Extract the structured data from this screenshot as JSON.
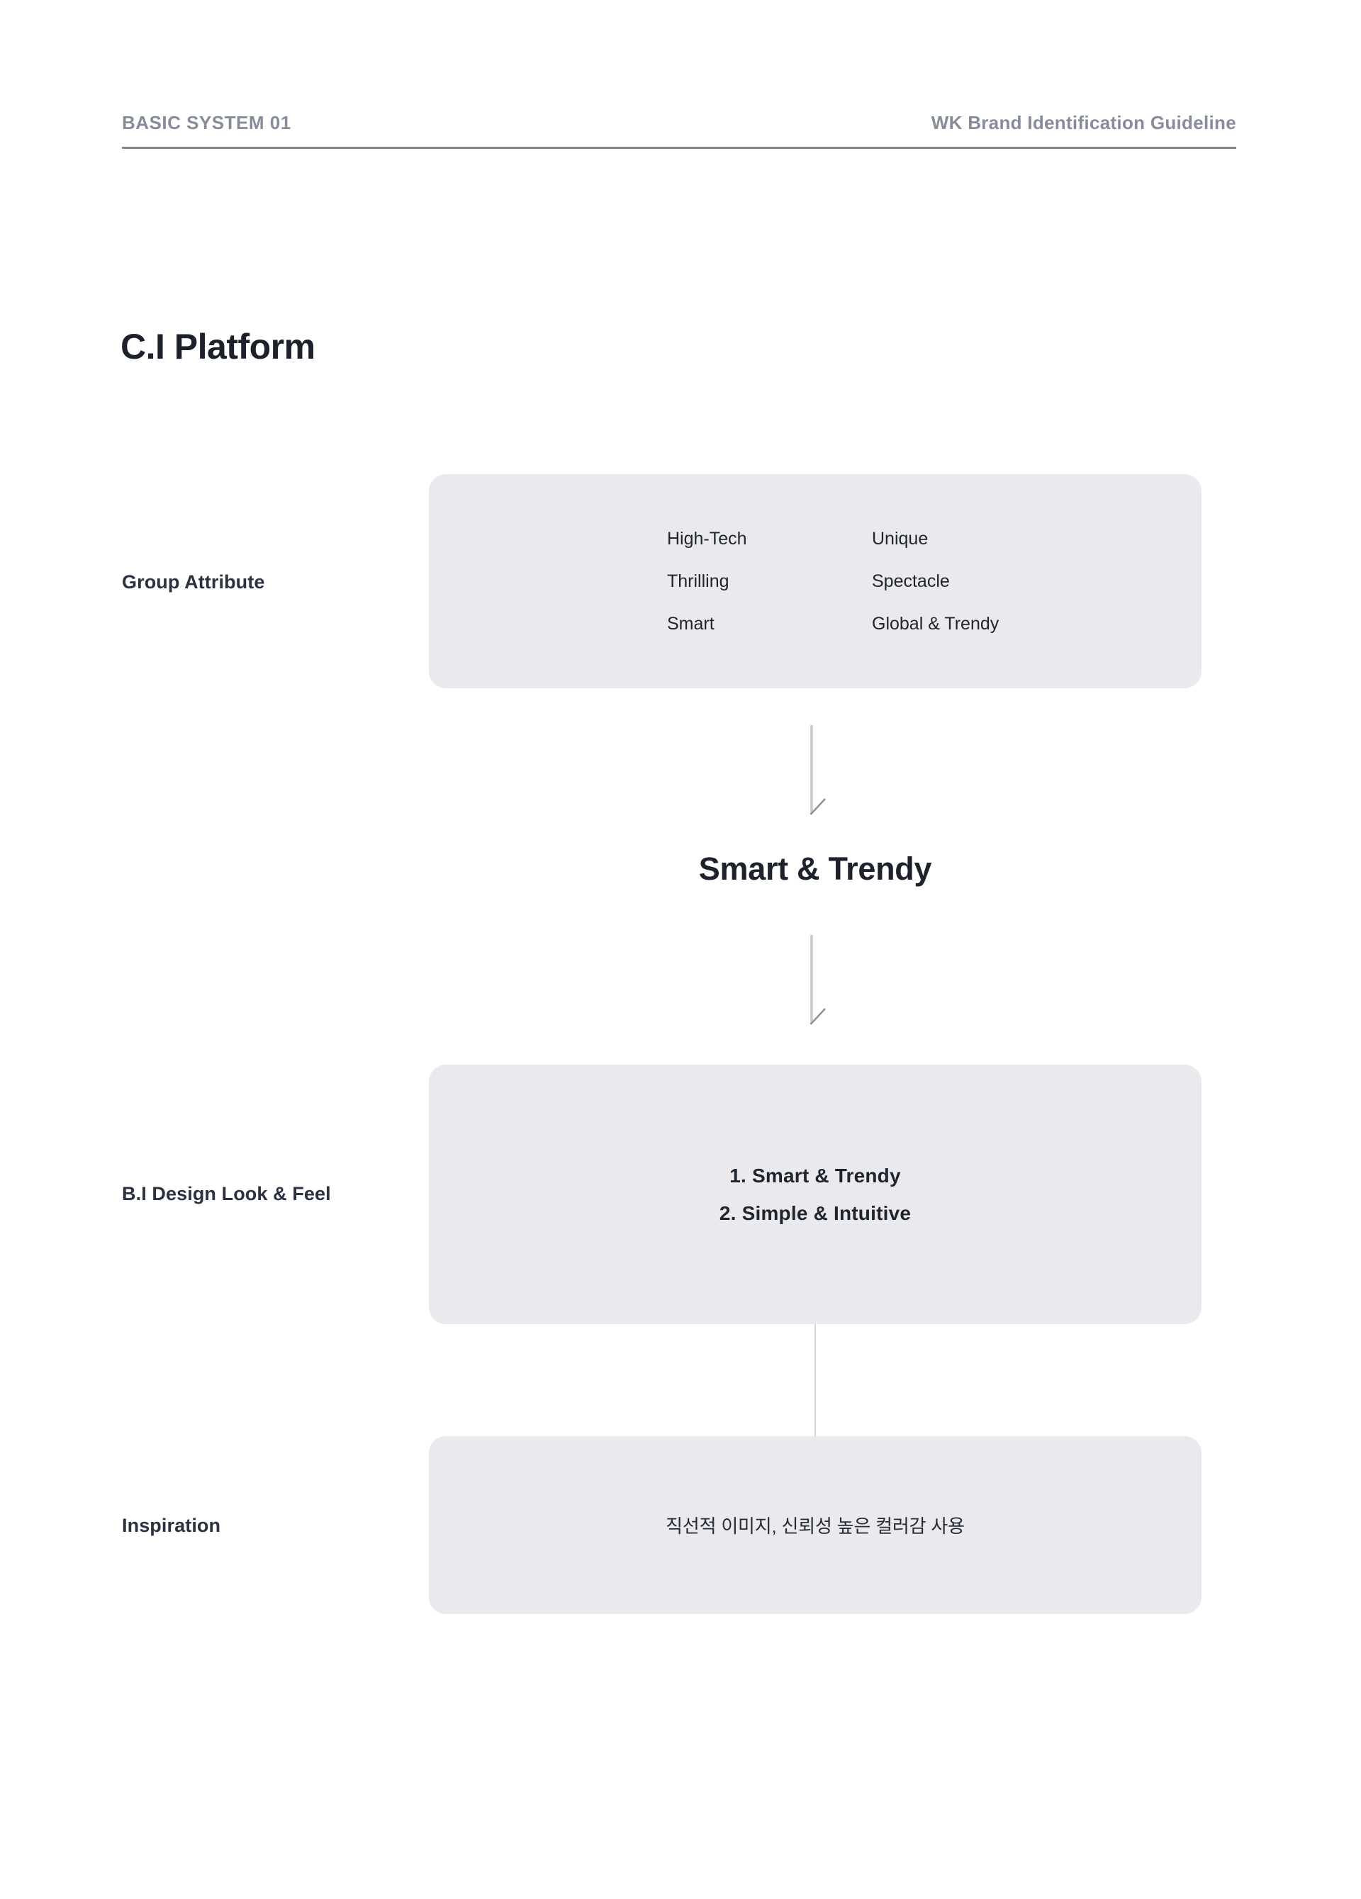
{
  "header": {
    "section": "BASIC SYSTEM 01",
    "document": "WK Brand Identification Guideline"
  },
  "title": "C.I Platform",
  "diagram": {
    "group_attribute": {
      "label": "Group Attribute",
      "column_1": [
        "High-Tech",
        "Thrilling",
        "Smart"
      ],
      "column_2": [
        "Unique",
        "Spectacle",
        "Global & Trendy"
      ]
    },
    "core_keyword": "Smart & Trendy",
    "look_and_feel": {
      "label": "B.I Design Look & Feel",
      "items": [
        "1. Smart & Trendy",
        "2. Simple & Intuitive"
      ]
    },
    "inspiration": {
      "label": "Inspiration",
      "text": "직선적 이미지, 신뢰성 높은 컬러감 사용"
    }
  },
  "colors": {
    "background": "#ffffff",
    "card_background": "#eaeaee",
    "text_dark": "#1f242f",
    "label_navy": "#2a3140",
    "header_gray": "#868c99",
    "divider_gray": "#7d8591",
    "arrow_line": "#c9c9cd",
    "arrow_head": "#8f9196",
    "connector_line": "#d6d6da"
  }
}
